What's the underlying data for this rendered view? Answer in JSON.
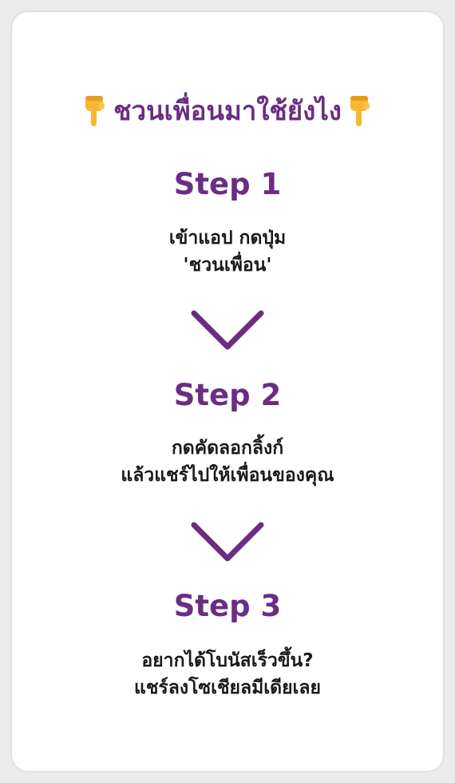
{
  "title": {
    "text": "ชวนเพื่อนมาใช้ยังไง",
    "icon": "pointing-down-hand-icon"
  },
  "colors": {
    "accent": "#6b2d84",
    "text": "#1a1a1a",
    "background": "#ececec",
    "card": "#ffffff",
    "hand": "#f7b731"
  },
  "steps": [
    {
      "heading": "Step 1",
      "lines": [
        "เข้าแอป กดปุ่ม",
        "'ชวนเพื่อน'"
      ]
    },
    {
      "heading": "Step 2",
      "lines": [
        "กดคัดลอกลิ้งก์",
        "แล้วแชร์ไปให้เพื่อนของคุณ"
      ]
    },
    {
      "heading": "Step 3",
      "lines": [
        "อยากได้โบนัสเร็วขึ้น?",
        "แชร์ลงโซเชียลมีเดียเลย"
      ]
    }
  ]
}
